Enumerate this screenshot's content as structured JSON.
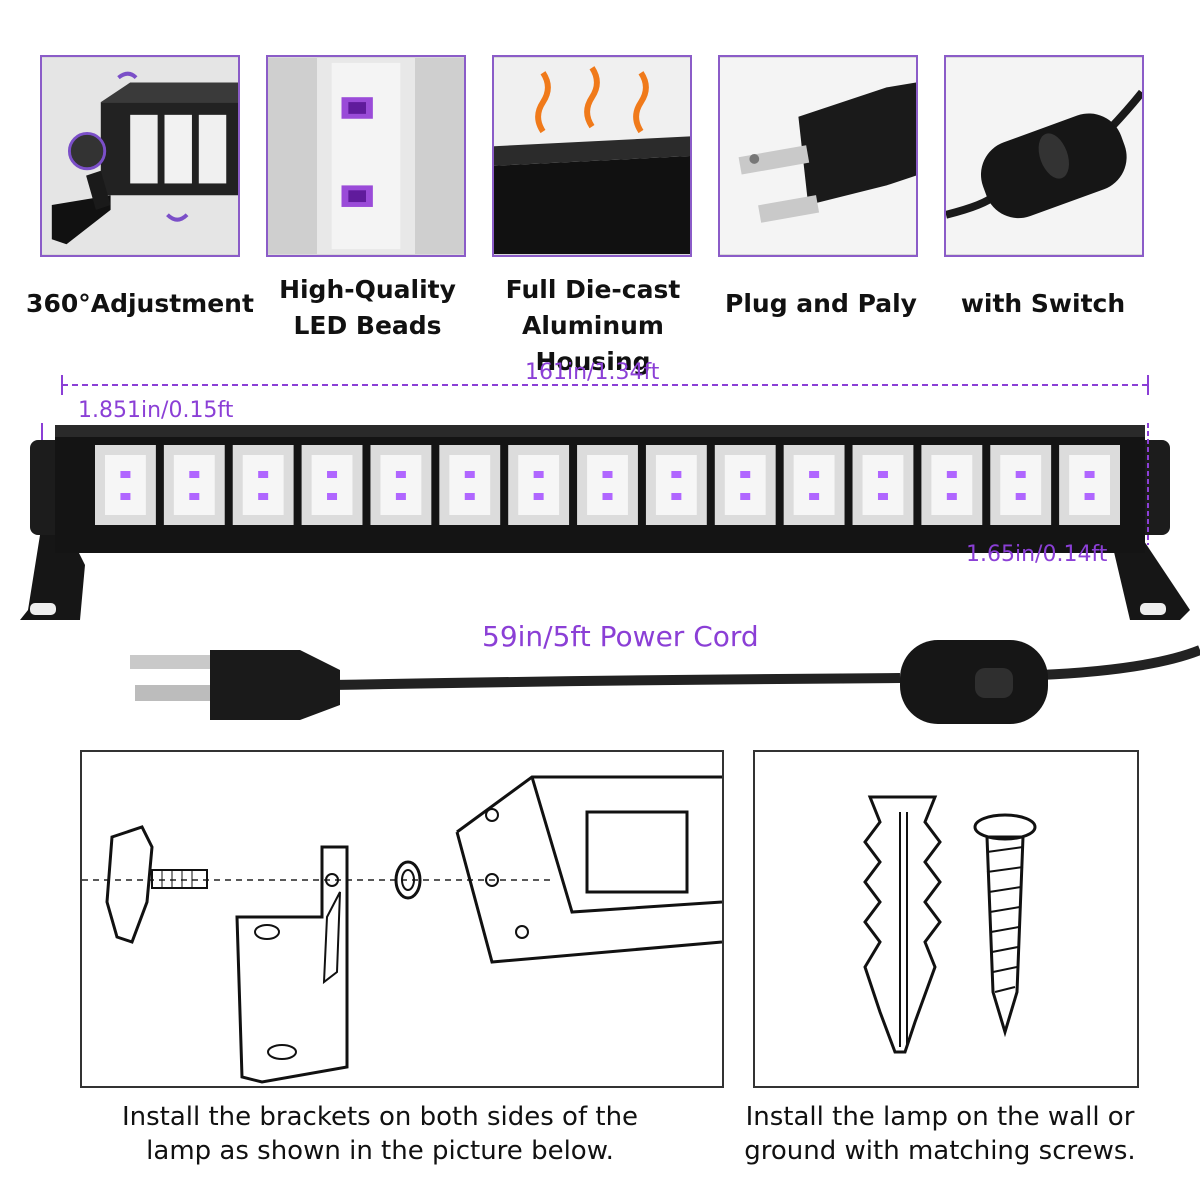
{
  "features": [
    {
      "label": "360°Adjustment",
      "icon": "bracket-rotate-icon"
    },
    {
      "label": "High-Quality\nLED Beads",
      "icon": "led-beads-icon"
    },
    {
      "label": "Full Die-cast\nAluminum Housing",
      "icon": "heat-dissipation-icon"
    },
    {
      "label": "Plug and Paly",
      "icon": "plug-icon"
    },
    {
      "label": "with Switch",
      "icon": "switch-icon"
    }
  ],
  "dimensions": {
    "length": "161in/1.34ft",
    "width": "1.851in/0.15ft",
    "height": "1.65in/0.14ft",
    "cord": "59in/5ft Power Cord"
  },
  "led_count": 15,
  "instructions": {
    "left": "Install the brackets on both sides of the\nlamp as shown in the picture below.",
    "right": "Install the lamp on the wall or\nground with matching screws."
  },
  "colors": {
    "accent": "#8b3fd6",
    "border": "#8b5cc8",
    "uv": "#b066ff"
  }
}
